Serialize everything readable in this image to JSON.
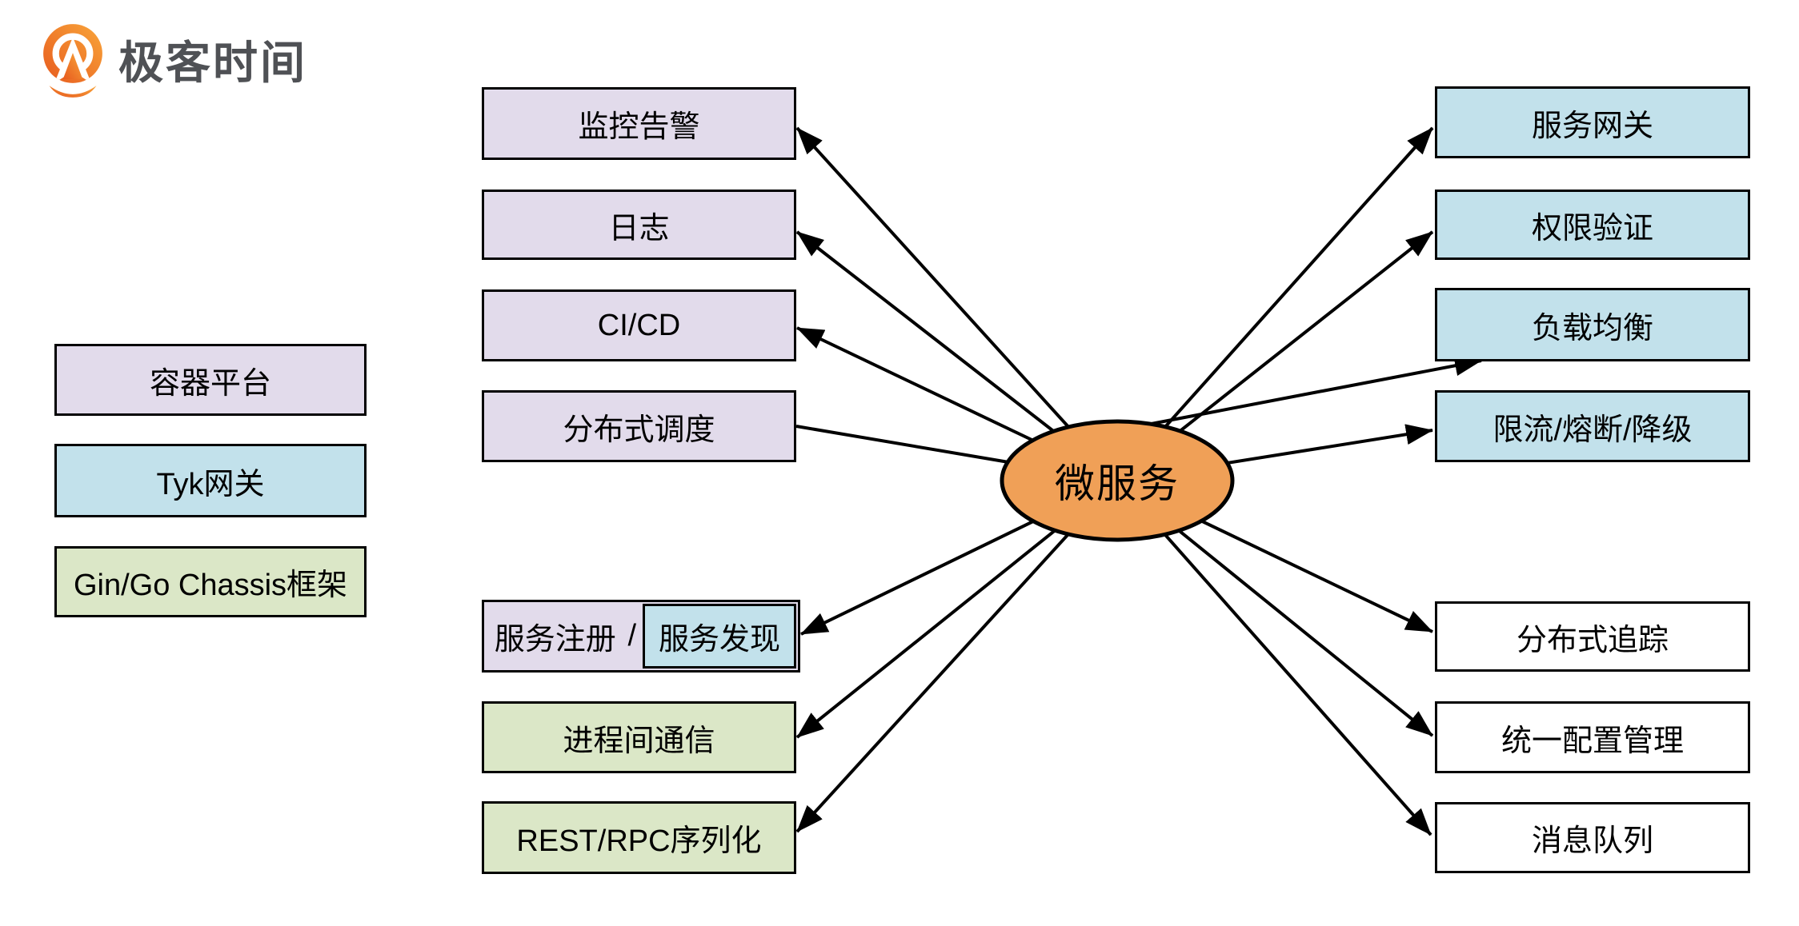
{
  "logo": {
    "brand": "极客时间",
    "icon": "geektime-pin-icon"
  },
  "center": {
    "label": "微服务"
  },
  "left_stack": {
    "container_platform": "容器平台",
    "tyk_gateway": "Tyk网关",
    "gin_chassis": "Gin/Go Chassis框架"
  },
  "middle_stack": {
    "monitoring": "监控告警",
    "logging": "日志",
    "cicd": "CI/CD",
    "scheduling": "分布式调度",
    "registry": "服务注册",
    "slash": "/",
    "discovery": "服务发现",
    "ipc": "进程间通信",
    "rest_rpc": "REST/RPC序列化"
  },
  "right_stack": {
    "gateway": "服务网关",
    "auth": "权限验证",
    "load_balancing": "负载均衡",
    "throttling": "限流/熔断/降级",
    "tracing": "分布式追踪",
    "config": "统一配置管理",
    "mq": "消息队列"
  },
  "colors": {
    "box_lavender": "#E2DBEB",
    "box_blue": "#C2E1EB",
    "box_green": "#DBE7C7",
    "box_white": "#FFFFFF",
    "ellipse_orange": "#F0A057",
    "line_black": "#000000",
    "logo_orange_dark": "#E75A1E",
    "logo_orange_light": "#F9A63A",
    "logo_text_gray": "#4F5155"
  }
}
